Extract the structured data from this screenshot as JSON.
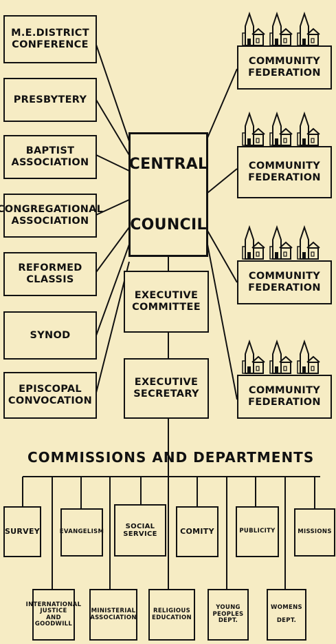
{
  "diagram": {
    "central": {
      "line1": "CENTRAL",
      "line2": "COUNCIL"
    },
    "executive_committee": "EXECUTIVE\nCOMMITTEE",
    "executive_secretary": "EXECUTIVE\nSECRETARY",
    "commissions_heading": "COMMISSIONS AND DEPARTMENTS",
    "denominational_bodies": [
      "M.E.DISTRICT\nCONFERENCE",
      "PRESBYTERY",
      "BAPTIST\nASSOCIATION",
      "CONGREGATIONAL\nASSOCIATION",
      "REFORMED\nCLASSIS",
      "SYNOD",
      "EPISCOPAL\nCONVOCATION"
    ],
    "federations": [
      "COMMUNITY\nFEDERATION",
      "COMMUNITY\nFEDERATION",
      "COMMUNITY\nFEDERATION",
      "COMMUNITY\nFEDERATION"
    ],
    "departments_upper": [
      "SURVEY",
      "EVANGELISM",
      "SOCIAL\nSERVICE",
      "COMITY",
      "PUBLICITY",
      "MISSIONS"
    ],
    "departments_lower": [
      "INTERNATIONAL\nJUSTICE\nAND\nGOODWILL",
      "MINISTERIAL\nASSOCIATION",
      "RELIGIOUS\nEDUCATION",
      "YOUNG\nPEOPLES\nDEPT.",
      "WOMENS\n\nDEPT."
    ]
  }
}
